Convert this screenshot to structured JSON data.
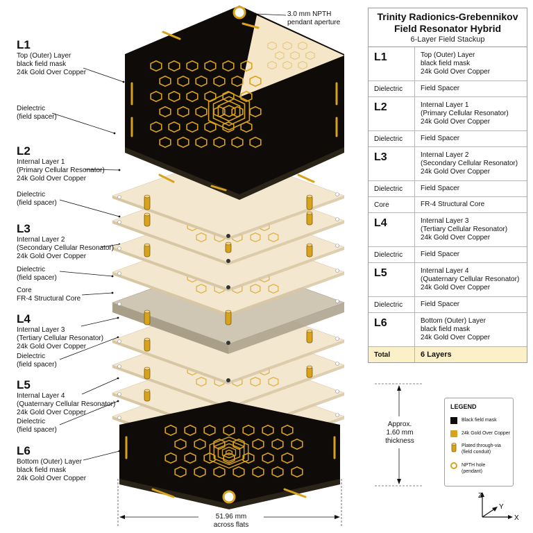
{
  "callout_top": [
    "3.0 mm NPTH",
    "pendant aperture"
  ],
  "left_labels": [
    {
      "id": "l1",
      "big": "L1",
      "lines": [
        "Top (Outer) Layer",
        "black field mask",
        "24k Gold Over Copper"
      ]
    },
    {
      "id": "d1",
      "big": "",
      "lines": [
        "Dielectric",
        "(field spacer)"
      ]
    },
    {
      "id": "l2",
      "big": "L2",
      "lines": [
        "Internal Layer 1",
        "(Primary Cellular Resonator)",
        "24k Gold Over Copper"
      ]
    },
    {
      "id": "d2",
      "big": "",
      "lines": [
        "Dielectric",
        "(field spacer)"
      ]
    },
    {
      "id": "l3",
      "big": "L3",
      "lines": [
        "Internal Layer 2",
        "(Secondary Cellular Resonator)",
        "24k Gold Over Copper"
      ]
    },
    {
      "id": "d3",
      "big": "",
      "lines": [
        "Dielectric",
        "(field spacer)"
      ]
    },
    {
      "id": "core",
      "big": "",
      "lines": [
        "Core",
        "FR-4 Structural Core"
      ]
    },
    {
      "id": "l4",
      "big": "L4",
      "lines": [
        "Internal Layer 3",
        "(Tertiary Cellular Resonator)",
        "24k Gold Over Copper"
      ]
    },
    {
      "id": "d4",
      "big": "",
      "lines": [
        "Dielectric",
        "(field spacer)"
      ]
    },
    {
      "id": "l5",
      "big": "L5",
      "lines": [
        "Internal Layer 4",
        "(Quaternary Cellular Resonator)",
        "24k Gold Over Copper"
      ]
    },
    {
      "id": "d5",
      "big": "",
      "lines": [
        "Dielectric",
        "(field spacer)"
      ]
    },
    {
      "id": "l6",
      "big": "L6",
      "lines": [
        "Bottom (Outer) Layer",
        "black field mask",
        "24k Gold Over Copper"
      ]
    }
  ],
  "table": {
    "title_line1": "Trinity Radionics-Grebennikov",
    "title_line2": "Field Resonator Hybrid",
    "subtitle": "6-Layer Field Stackup",
    "rows": [
      {
        "kind": "layer",
        "name": "L1",
        "desc": [
          "Top (Outer) Layer",
          "black field mask",
          "24k Gold Over Copper"
        ]
      },
      {
        "kind": "small",
        "name": "Dielectric",
        "desc": [
          "Field Spacer"
        ]
      },
      {
        "kind": "layer",
        "name": "L2",
        "desc": [
          "Internal Layer 1",
          "(Primary Cellular Resonator)",
          "24k Gold Over Copper"
        ]
      },
      {
        "kind": "small",
        "name": "Dielectric",
        "desc": [
          "Field Spacer"
        ]
      },
      {
        "kind": "layer",
        "name": "L3",
        "desc": [
          "Internal Layer 2",
          "(Secondary Cellular Resonator)",
          "24k Gold Over Copper"
        ]
      },
      {
        "kind": "small",
        "name": "Dielectric",
        "desc": [
          "Field Spacer"
        ]
      },
      {
        "kind": "small",
        "name": "Core",
        "desc": [
          "FR-4 Structural Core"
        ]
      },
      {
        "kind": "layer",
        "name": "L4",
        "desc": [
          "Internal Layer 3",
          "(Tertiary Cellular Resonator)",
          "24k Gold Over Copper"
        ]
      },
      {
        "kind": "small",
        "name": "Dielectric",
        "desc": [
          "Field Spacer"
        ]
      },
      {
        "kind": "layer",
        "name": "L5",
        "desc": [
          "Internal Layer 4",
          "(Quaternary Cellular Resonator)",
          "24k Gold Over Copper"
        ]
      },
      {
        "kind": "small",
        "name": "Dielectric",
        "desc": [
          "Field Spacer"
        ]
      },
      {
        "kind": "layer",
        "name": "L6",
        "desc": [
          "Bottom (Outer) Layer",
          "black field mask",
          "24k Gold Over Copper"
        ]
      }
    ],
    "total_label": "Total",
    "total_value": "6 Layers"
  },
  "thickness": [
    "Approx.",
    "1.60 mm",
    "thickness"
  ],
  "width_dim": [
    "51.96 mm",
    "across flats"
  ],
  "legend": {
    "title": "LEGEND",
    "items": [
      {
        "icon": "black-mask-swatch",
        "lines": [
          "Black field mask"
        ]
      },
      {
        "icon": "gold-copper-swatch",
        "lines": [
          "24k Gold Over Copper"
        ]
      },
      {
        "icon": "via-icon",
        "lines": [
          "Plated through-via",
          "(field conduit)"
        ]
      },
      {
        "icon": "npth-hole-icon",
        "lines": [
          "NPTH hole",
          "(pendant)"
        ]
      }
    ]
  },
  "axes": {
    "z": "Z",
    "y": "Y",
    "x": "X"
  },
  "colors": {
    "mask": "#0e0b08",
    "gold": "#d9a21b",
    "gold_dark": "#a87812",
    "spacer": "#f4e7cf",
    "spacer_edge": "#d8c7a5",
    "core": "#cfc7b4",
    "core_edge": "#a99f89",
    "total_bg": "#fbf0c8"
  }
}
